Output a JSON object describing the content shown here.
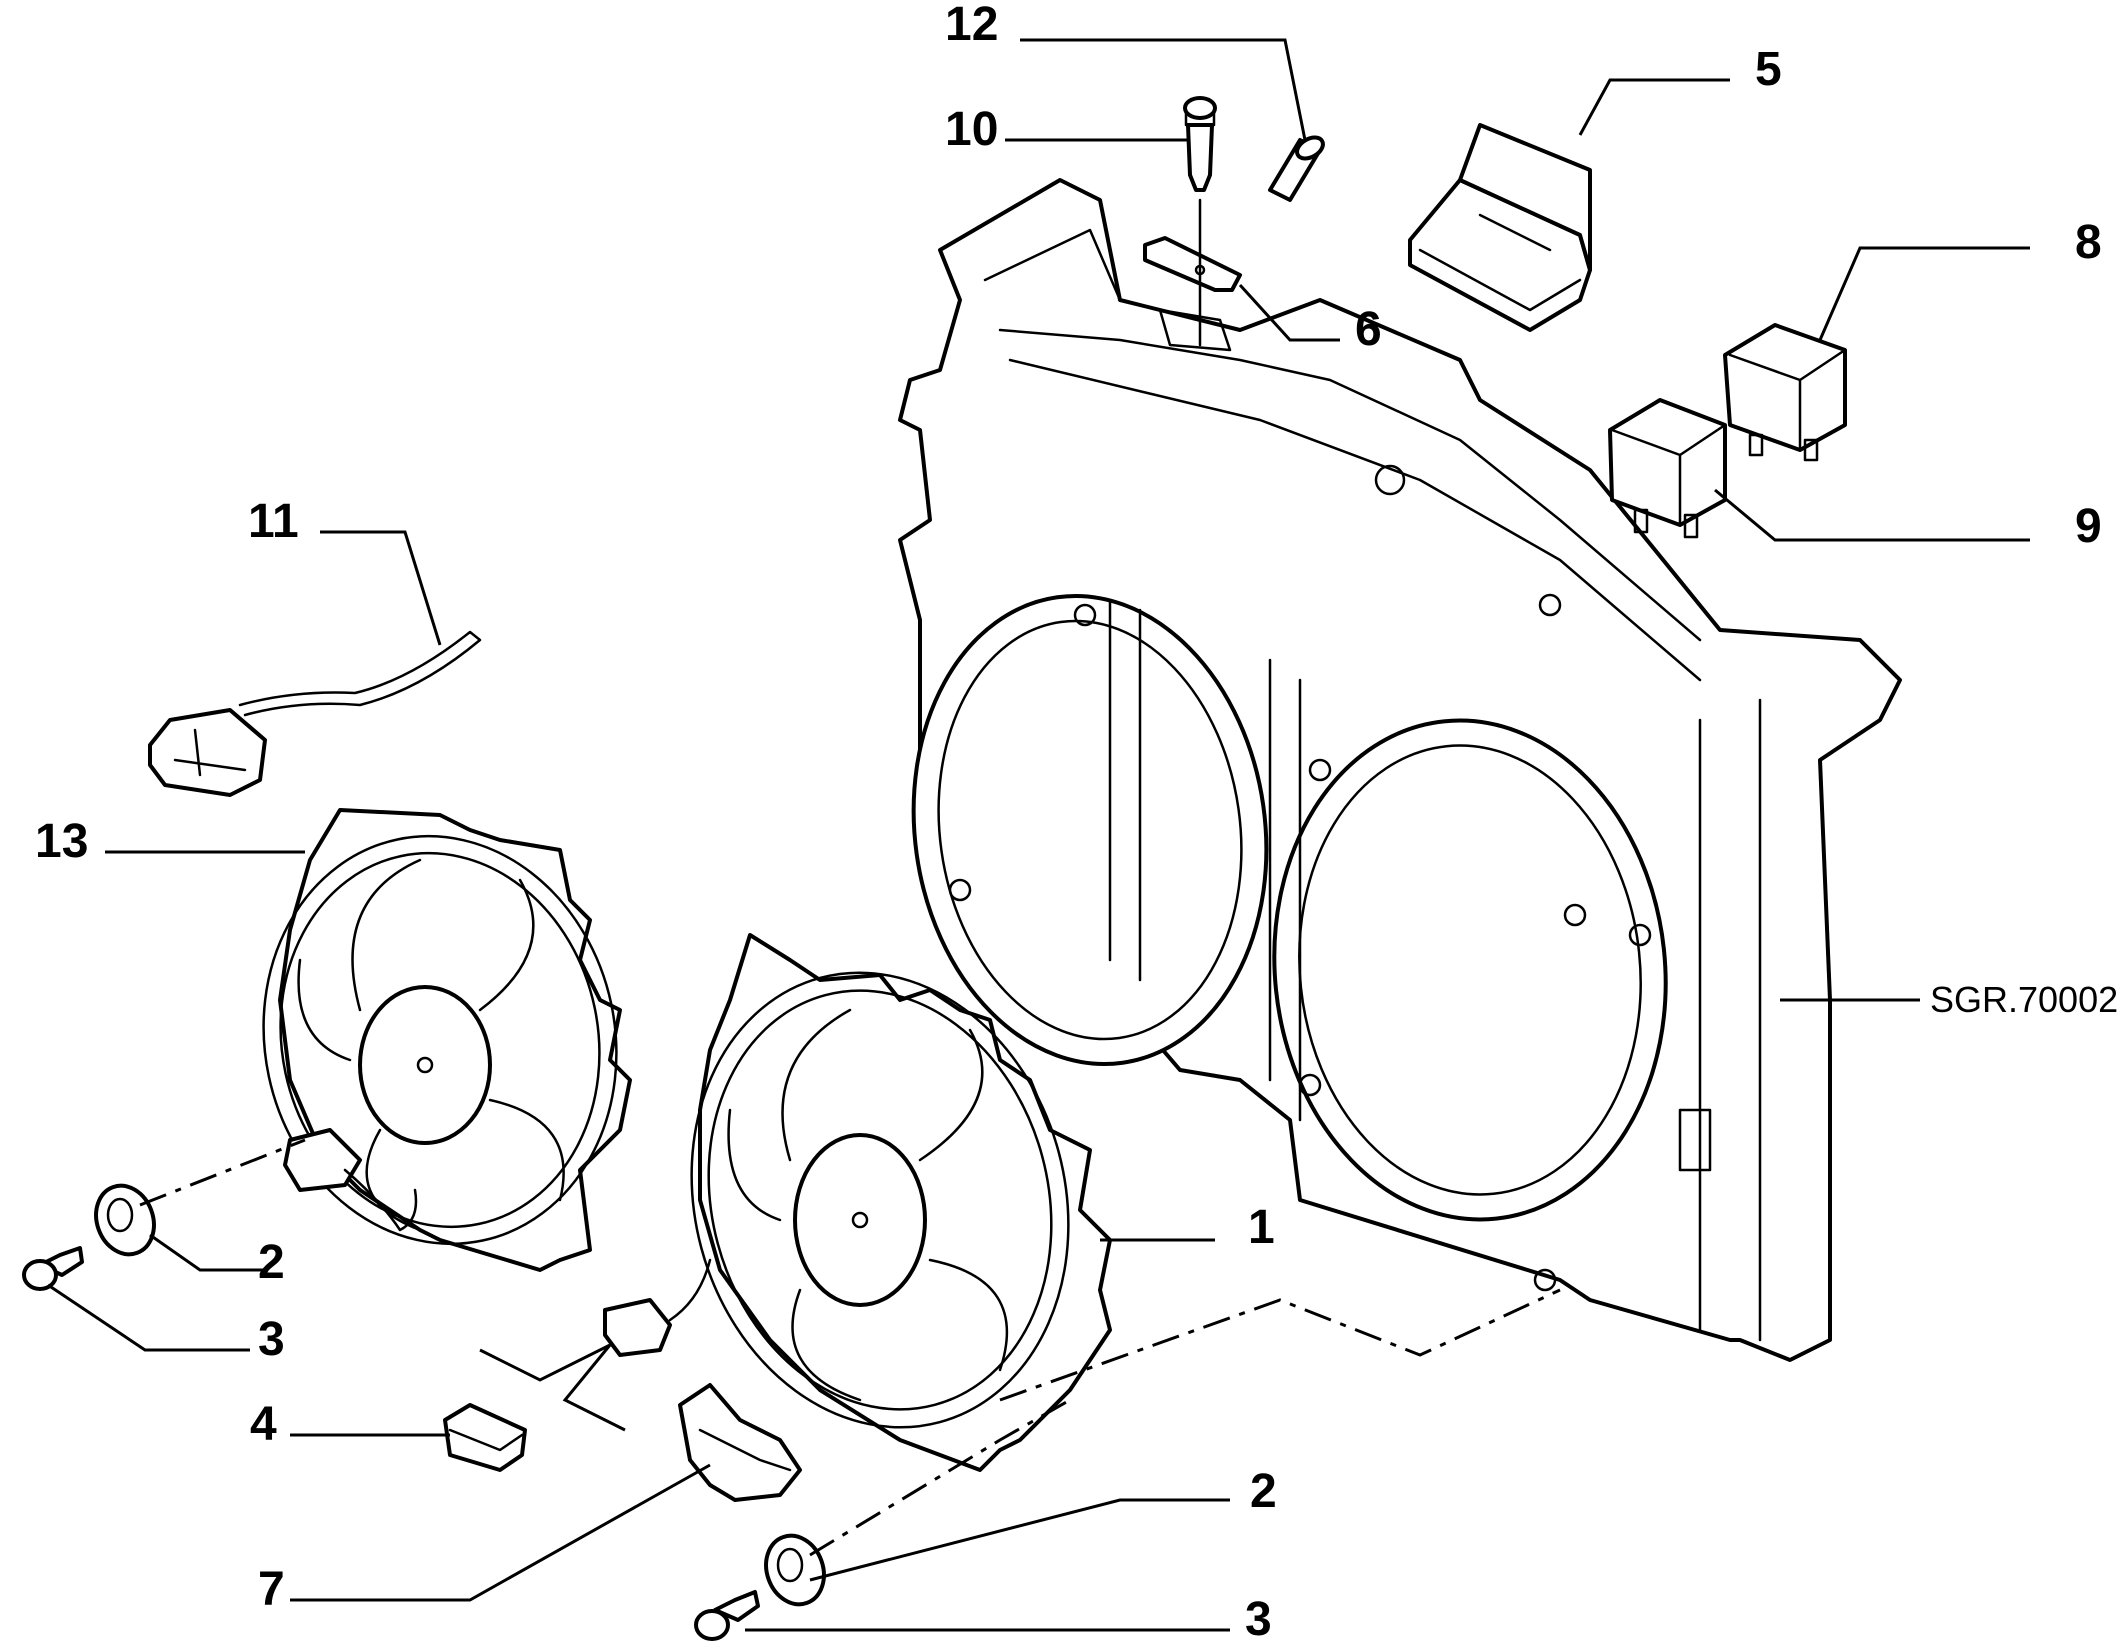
{
  "diagram": {
    "reference_code": "SGR.70002",
    "callouts": [
      {
        "id": "c1",
        "text": "1"
      },
      {
        "id": "c2a",
        "text": "2"
      },
      {
        "id": "c2b",
        "text": "2"
      },
      {
        "id": "c3a",
        "text": "3"
      },
      {
        "id": "c3b",
        "text": "3"
      },
      {
        "id": "c4",
        "text": "4"
      },
      {
        "id": "c5",
        "text": "5"
      },
      {
        "id": "c6",
        "text": "6"
      },
      {
        "id": "c7",
        "text": "7"
      },
      {
        "id": "c8",
        "text": "8"
      },
      {
        "id": "c9",
        "text": "9"
      },
      {
        "id": "c10",
        "text": "10"
      },
      {
        "id": "c11",
        "text": "11"
      },
      {
        "id": "c12",
        "text": "12"
      },
      {
        "id": "c13",
        "text": "13"
      }
    ]
  }
}
